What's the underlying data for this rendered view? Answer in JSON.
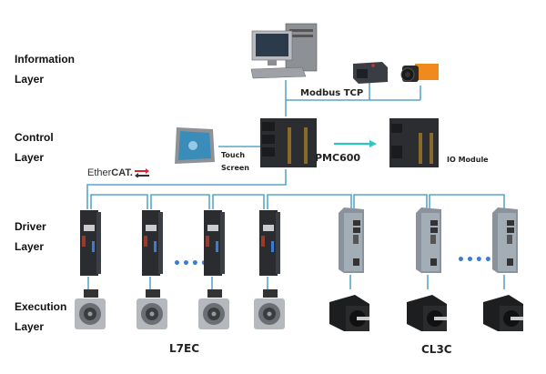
{
  "layers": [
    {
      "line1": "Information",
      "line2": "Layer"
    },
    {
      "line1": "Control",
      "line2": "Layer"
    },
    {
      "line1": "Driver",
      "line2": "Layer"
    },
    {
      "line1": "Execution",
      "line2": "Layer"
    }
  ],
  "labels": {
    "modbus": "Modbus TCP",
    "touch_line1": "Touch",
    "touch_line2": "Screen",
    "controller": "PMC600",
    "io_module": "IO Module",
    "ethercat_prefix": "Ether",
    "ethercat_suffix": "CAT.",
    "servo_series": "L7EC",
    "stepper_series": "CL3C",
    "ellipsis": "•••••"
  },
  "colors": {
    "wire": "#5aa6c8",
    "arrow": "#2ec4c0",
    "ethercat_red": "#d9262c"
  }
}
